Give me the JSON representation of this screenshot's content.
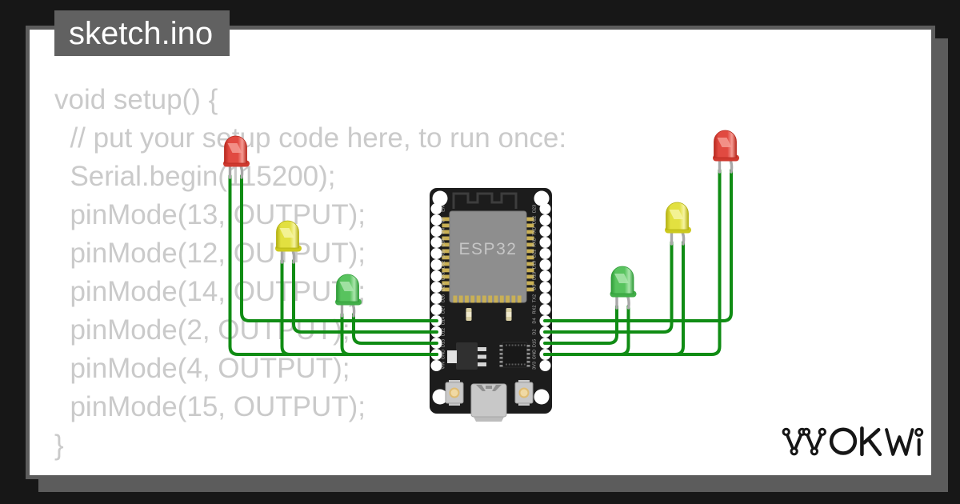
{
  "title_tab": {
    "label": "sketch.ino"
  },
  "code": {
    "lines": [
      "void setup() {",
      "  // put your setup code here, to run once:",
      "  Serial.begin(115200);",
      "  pinMode(13, OUTPUT);",
      "  pinMode(12, OUTPUT);",
      "  pinMode(14, OUTPUT);",
      "  pinMode(2, OUTPUT);",
      "  pinMode(4, OUTPUT);",
      "  pinMode(15, OUTPUT);",
      "}"
    ]
  },
  "board": {
    "name": "ESP32 DevKit",
    "chip_label": "ESP32",
    "left_pins": [
      "EN",
      "VP",
      "VN",
      "D34",
      "D35",
      "D32",
      "D33",
      "D25",
      "D26",
      "D27",
      "D14",
      "D12",
      "D13",
      "GND",
      "VIN"
    ],
    "right_pins": [
      "D23",
      "D22",
      "TXD",
      "RXD",
      "D21",
      "D19",
      "D18",
      "D5",
      "TX2",
      "RX2",
      "D4",
      "D2",
      "D15",
      "GND",
      "3V3"
    ]
  },
  "leds": [
    {
      "id": "led-left-red",
      "color": "red"
    },
    {
      "id": "led-left-yellow",
      "color": "yellow"
    },
    {
      "id": "led-left-green",
      "color": "green"
    },
    {
      "id": "led-right-green",
      "color": "green"
    },
    {
      "id": "led-right-yellow",
      "color": "yellow"
    },
    {
      "id": "led-right-red",
      "color": "red"
    }
  ],
  "circuit": {
    "wires": [
      {
        "from": "D14",
        "to": "led-left-red"
      },
      {
        "from": "D12",
        "to": "led-left-yellow"
      },
      {
        "from": "D13",
        "to": "led-left-green"
      },
      {
        "from": "GND",
        "to": "led-left-red"
      },
      {
        "from": "GND",
        "to": "led-left-yellow"
      },
      {
        "from": "GND",
        "to": "led-left-green"
      },
      {
        "from": "D4",
        "to": "led-right-red"
      },
      {
        "from": "D2",
        "to": "led-right-yellow"
      },
      {
        "from": "D15",
        "to": "led-right-green"
      },
      {
        "from": "GND",
        "to": "led-right-red"
      },
      {
        "from": "GND",
        "to": "led-right-yellow"
      },
      {
        "from": "GND",
        "to": "led-right-green"
      }
    ]
  },
  "logo": {
    "text": "WOKWi"
  },
  "colors": {
    "background": "#171717",
    "panel": "#ffffff",
    "chrome": "#5c5c5c",
    "title_bg": "#616161",
    "title_text": "#ffffff",
    "code_text": "#cacaca",
    "wire": "#108c14",
    "pcb": "#1c1c1c",
    "module": "#8e8e8e",
    "chip_text": "#c6c6c6",
    "logo": "#161616",
    "led": {
      "red": {
        "main": "#e14a41",
        "dark": "#b8291f",
        "light": "#f59b93",
        "rim": "#cf3a30"
      },
      "yellow": {
        "main": "#e2e040",
        "dark": "#b3b012",
        "light": "#f6f4a2",
        "rim": "#ccc91f"
      },
      "green": {
        "main": "#58c35e",
        "dark": "#2e9b37",
        "light": "#abe6ad",
        "rim": "#42ae49"
      }
    }
  }
}
